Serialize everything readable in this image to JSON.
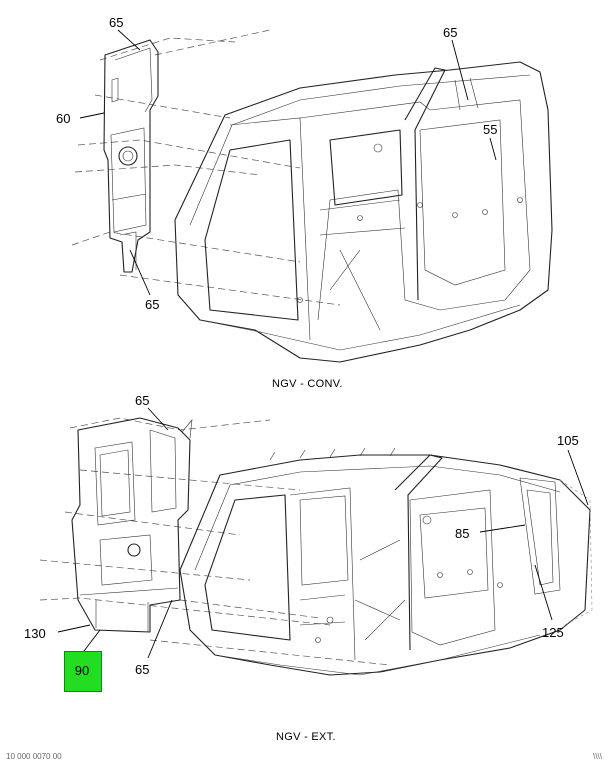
{
  "diagram": {
    "captions": {
      "top": "NGV - CONV.",
      "bottom": "NGV - EXT."
    },
    "callouts": {
      "top_panel_upper": "65",
      "top_panel_left": "60",
      "top_panel_lower": "65",
      "top_cab_upper": "65",
      "top_cab_right": "55",
      "bottom_panel_upper": "65",
      "bottom_panel_left": "130",
      "bottom_panel_lower": "65",
      "bottom_cab_far_right": "105",
      "bottom_cab_mid": "85",
      "bottom_cab_lower_right": "125",
      "highlighted": "90"
    },
    "highlight_color": "#22dd22",
    "footer_part_number": "10 000 0070 00",
    "footer_corner": "\\\\\\\\"
  }
}
